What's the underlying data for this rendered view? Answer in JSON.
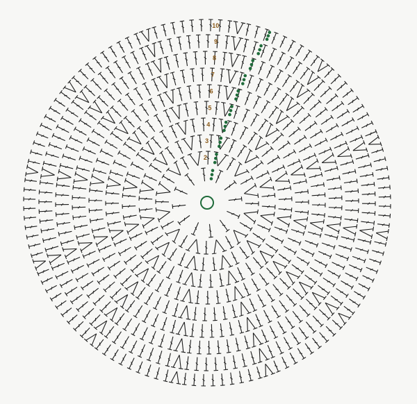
{
  "diagram": {
    "type": "crochet-round-chart",
    "start": "magic-ring",
    "rounds": 10,
    "round_labels": [
      "2",
      "3",
      "4",
      "5",
      "6",
      "7",
      "8",
      "9",
      "10"
    ],
    "symbols": [
      "double-crochet",
      "increase-v",
      "chain-dot"
    ],
    "colors": {
      "background": "#f7f7f5",
      "ink": "#1c1c1c",
      "start_chain": "#1f6b3a",
      "label": "#8a5a1a"
    }
  }
}
